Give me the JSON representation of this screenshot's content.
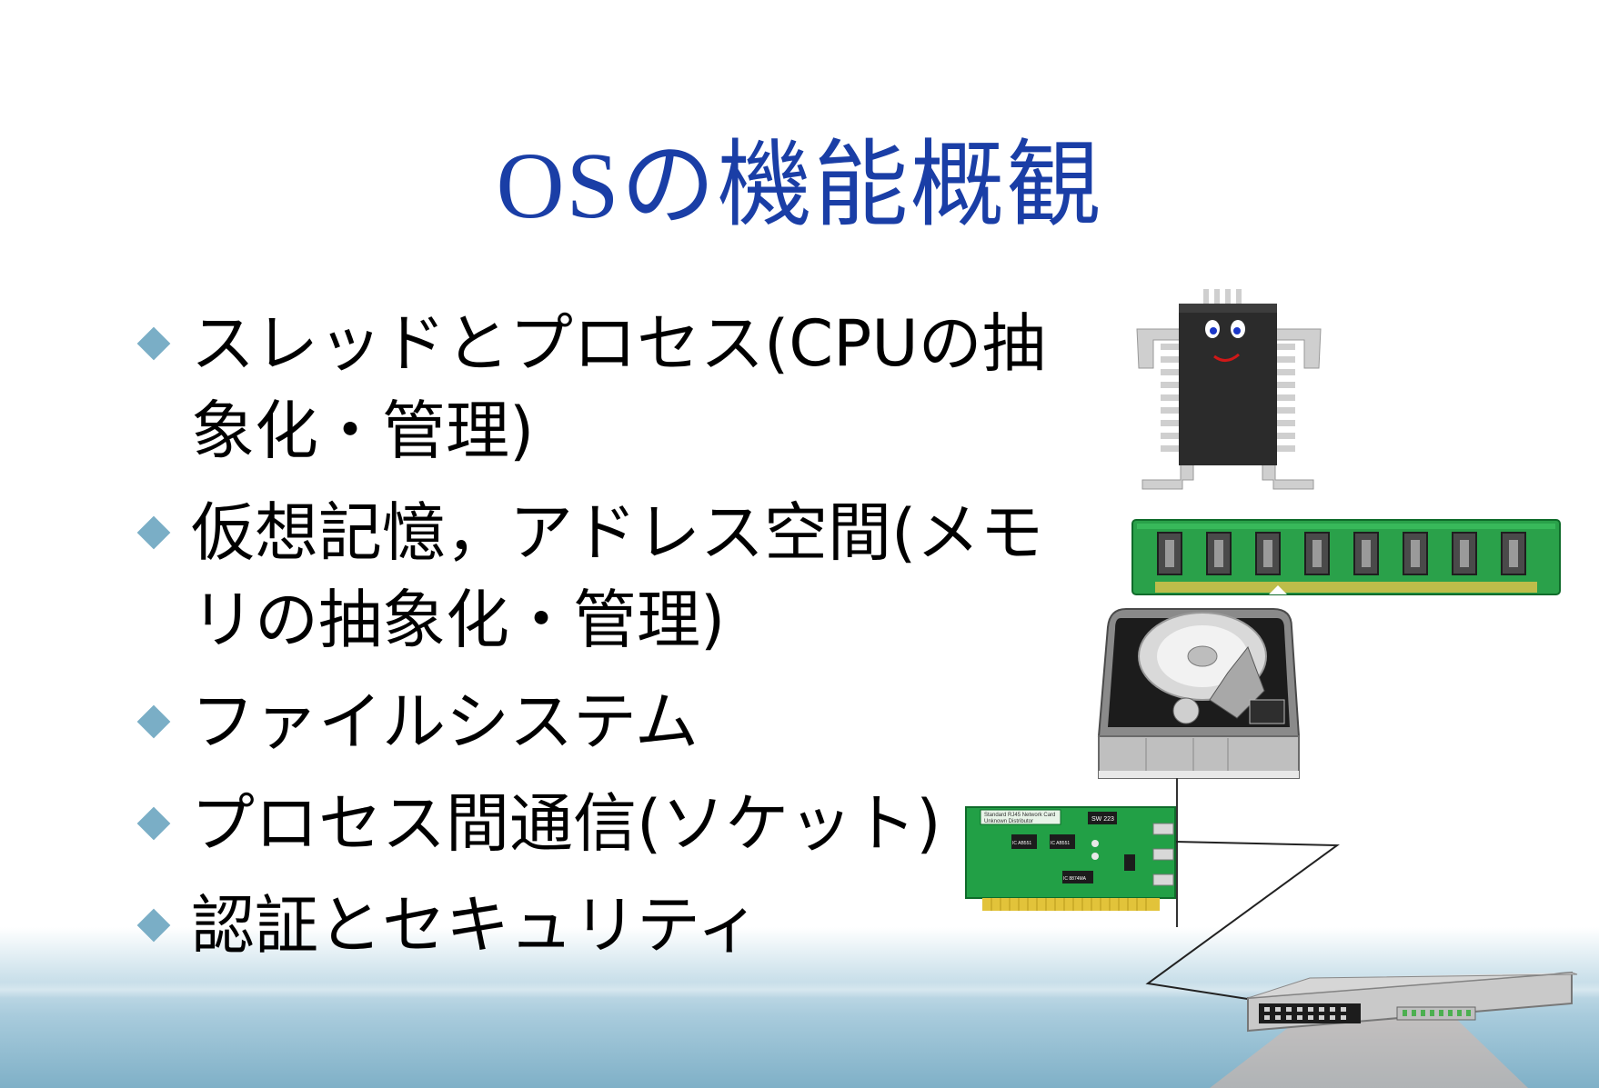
{
  "slide": {
    "title": "OSの機能概観",
    "bullets": [
      {
        "text": "スレッドとプロセス(CPUの抽象化・管理)"
      },
      {
        "text": "仮想記憶，アドレス空間(メモリの抽象化・管理)"
      },
      {
        "text": "ファイルシステム"
      },
      {
        "text": "プロセス間通信(ソケット)"
      },
      {
        "text": "認証とセキュリティ"
      }
    ],
    "nic_card": {
      "label_top": "Standard RJ45 Network Card",
      "label_top2": "Unknown Distributor",
      "chip_sw": "SW 223",
      "chip1": "IC AB551",
      "chip2": "IC AB551",
      "chip3": "IC 8874MA"
    }
  },
  "colors": {
    "title": "#1a3ea6",
    "bullet_diamond": "#7aaec6",
    "ram_board": "#2aa14a",
    "nic_board": "#22a046"
  },
  "icons": [
    "cpu-chip-character-icon",
    "ram-module-icon",
    "hard-disk-icon",
    "network-card-icon",
    "network-switch-icon"
  ]
}
